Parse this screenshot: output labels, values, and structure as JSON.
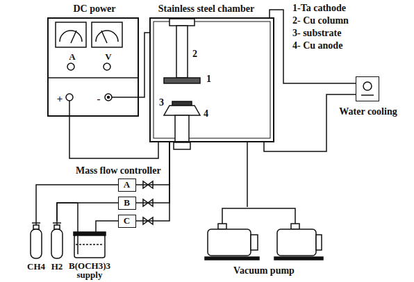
{
  "diagram": {
    "nodes": [
      {
        "text": [
          "DC power",
          "A",
          "V",
          "+",
          "-"
        ]
      },
      {
        "text": [
          "Stainless steel chamber"
        ]
      },
      {
        "text": [
          "Water cooling"
        ]
      },
      {
        "text": [
          "A"
        ]
      },
      {
        "text": [
          "B"
        ]
      },
      {
        "text": [
          "C"
        ]
      },
      {
        "text": [
          "CH4"
        ]
      },
      {
        "text": [
          "H2"
        ]
      },
      {
        "text": [
          "B(OCH3)3 supply"
        ]
      },
      {
        "text": [
          "Vacuum pump"
        ]
      }
    ],
    "edges": [
      {
        "from": 0,
        "to": 1,
        "arrow": "none"
      },
      {
        "from": 0,
        "to": 1,
        "arrow": "none"
      },
      {
        "from": 1,
        "to": 2,
        "arrow": "none"
      },
      {
        "from": 1,
        "to": 2,
        "arrow": "none"
      },
      {
        "from": 6,
        "to": 3,
        "arrow": "none"
      },
      {
        "from": 7,
        "to": 4,
        "arrow": "none"
      },
      {
        "from": 7,
        "to": 8,
        "arrow": "none"
      },
      {
        "from": 8,
        "to": 5,
        "arrow": "none"
      },
      {
        "from": 3,
        "to": 1,
        "arrow": "none"
      },
      {
        "from": 4,
        "to": 1,
        "arrow": "none"
      },
      {
        "from": 5,
        "to": 1,
        "arrow": "none"
      },
      {
        "from": 1,
        "to": 9,
        "arrow": "none"
      }
    ],
    "labels": [
      "1-Ta cathode",
      "2- Cu column",
      "3- substrate",
      "4- Cu anode",
      "2",
      "1",
      "3",
      "4",
      "Mass flow controller"
    ]
  }
}
